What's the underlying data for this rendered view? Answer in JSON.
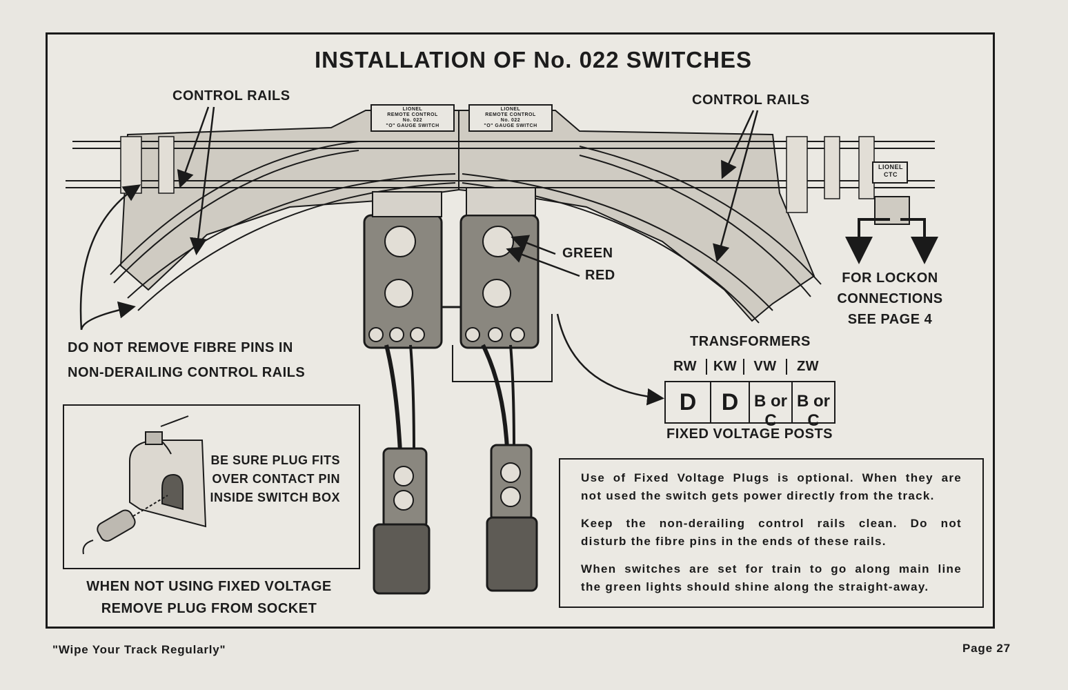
{
  "title": "INSTALLATION OF  No. 022  SWITCHES",
  "labels": {
    "control_rails_left": "CONTROL RAILS",
    "control_rails_right": "CONTROL RAILS",
    "green": "GREEN",
    "red": "RED",
    "lockon_line1": "FOR LOCKON",
    "lockon_line2": "CONNECTIONS",
    "lockon_line3": "SEE PAGE 4",
    "fibre_line1": "DO NOT REMOVE FIBRE PINS IN",
    "fibre_line2": "NON-DERAILING CONTROL RAILS",
    "transformers": "TRANSFORMERS",
    "fixed_voltage_posts": "FIXED VOLTAGE POSTS"
  },
  "switch_plates": {
    "left": [
      "LIONEL",
      "REMOTE CONTROL",
      "No. 022",
      "\"O\" GAUGE SWITCH"
    ],
    "right": [
      "LIONEL",
      "REMOTE CONTROL",
      "No. 022",
      "\"O\" GAUGE SWITCH"
    ]
  },
  "lockon_label": [
    "LIONEL",
    "CTC"
  ],
  "transformer_table": {
    "headers": [
      "RW",
      "KW",
      "VW",
      "ZW"
    ],
    "values": [
      "D",
      "D",
      "B or C",
      "B or C"
    ]
  },
  "plug_inset": {
    "caption_line1": "BE SURE PLUG FITS",
    "caption_line2": "OVER CONTACT PIN",
    "caption_line3": "INSIDE SWITCH BOX",
    "below_line1": "WHEN NOT USING FIXED VOLTAGE",
    "below_line2": "REMOVE PLUG FROM SOCKET"
  },
  "notes": {
    "p1_line1": "Use of Fixed Voltage Plugs is optional. When they are",
    "p1_line2": "not used the switch gets power directly from the track.",
    "p2_line1": "Keep the non-derailing control rails clean. Do not",
    "p2_line2": "disturb the fibre pins in the ends of these rails.",
    "p3_line1": "When switches are set for train to go along main line",
    "p3_line2": "the green lights should shine along the straight-away."
  },
  "footer": {
    "left": "\"Wipe Your Track Regularly\"",
    "right": "Page 27"
  }
}
